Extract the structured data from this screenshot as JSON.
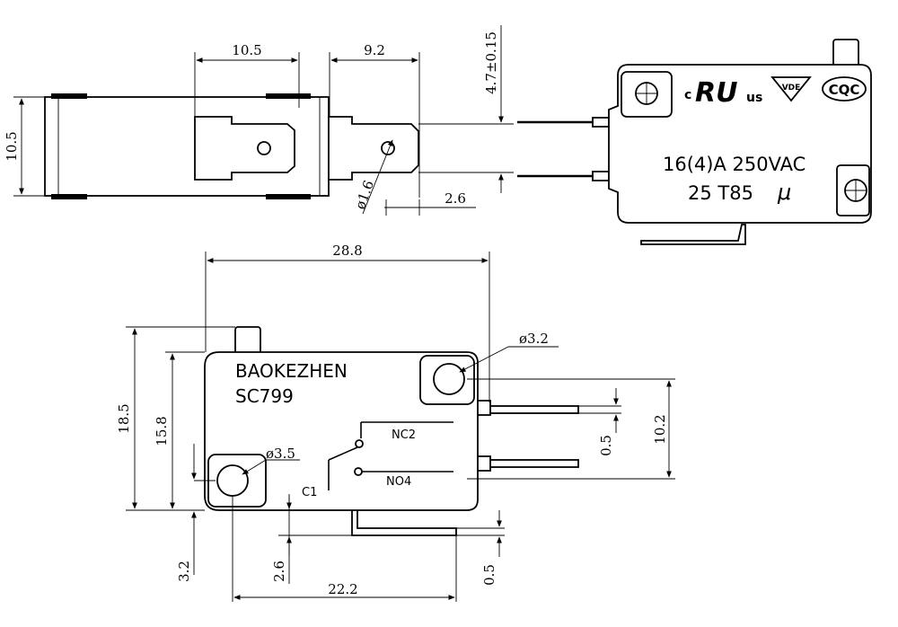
{
  "dimensions": {
    "side_body_length": "10.5",
    "side_terminal_length": "9.2",
    "side_height": "10.5",
    "hole_diameter_small": "ø1.6",
    "terminal_width": "2.6",
    "actuator_offset": "4.7±0.15",
    "overall_length": "28.8",
    "mount_hole_top": "ø3.2",
    "mount_hole_bottom": "ø3.5",
    "height_overall": "18.5",
    "height_body": "15.8",
    "terminal_spacing": "10.2",
    "terminal_thickness_top": "0.5",
    "terminal_thickness_bottom": "0.5",
    "bottom_offset": "3.2",
    "c1_offset": "2.6",
    "c1_length": "22.2"
  },
  "labels": {
    "brand": "BAOKEZHEN",
    "model": "SC799",
    "nc": "NC2",
    "no": "NO4",
    "com": "C1"
  },
  "rating": {
    "line1": "16(4)A 250VAC",
    "line2_prefix": "25 T85",
    "line2_symbol": "μ"
  },
  "cert_marks": {
    "c": "c",
    "ru": "RU",
    "us": "us",
    "vde": "VDE",
    "cqc": "CQC"
  }
}
